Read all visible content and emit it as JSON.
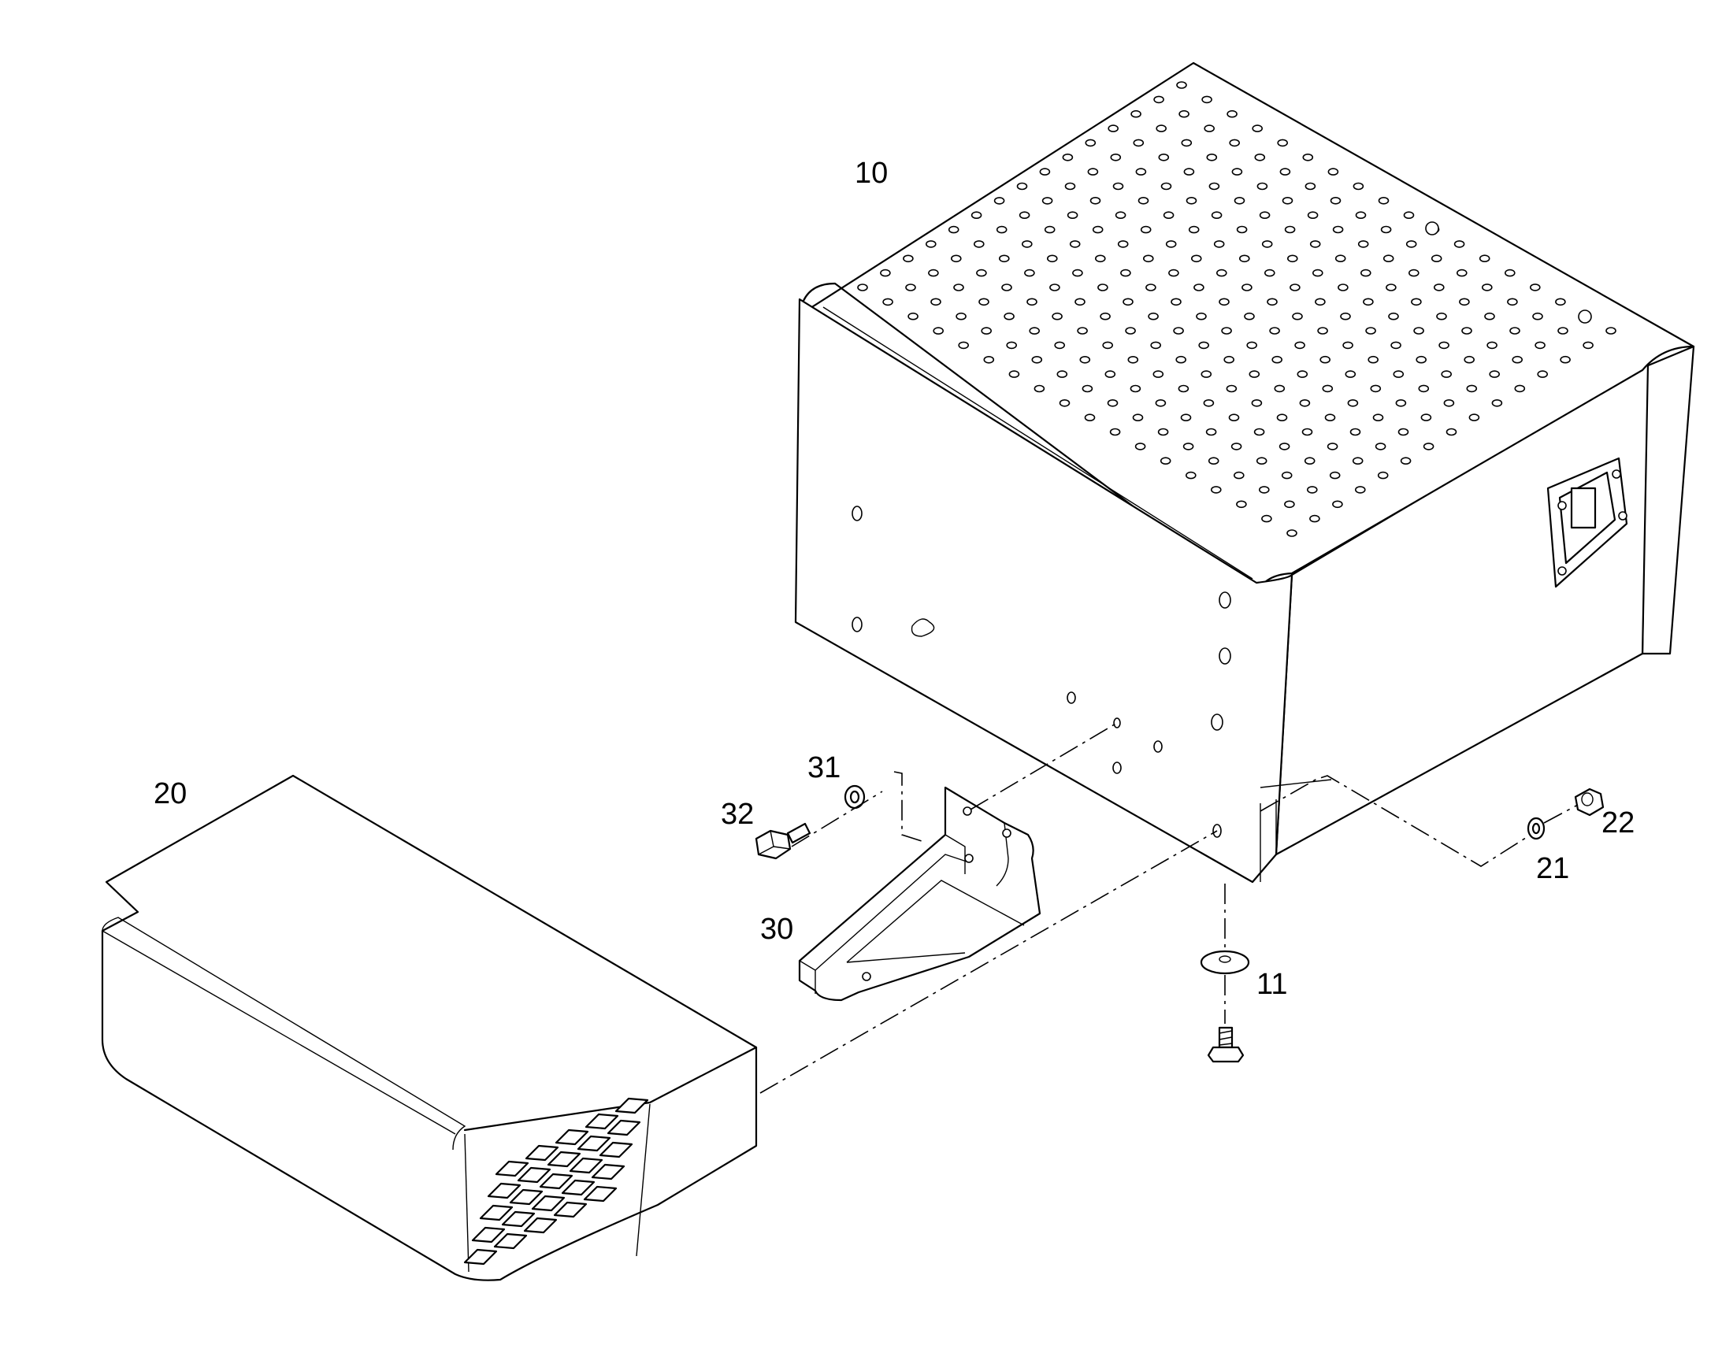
{
  "callouts": {
    "housing": "10",
    "washer_bottom": "11",
    "cover": "20",
    "washer_right": "21",
    "nut_right": "22",
    "bracket": "30",
    "washer_left": "31",
    "bolt_left": "32"
  },
  "colors": {
    "line": "#000000",
    "background": "#ffffff"
  }
}
